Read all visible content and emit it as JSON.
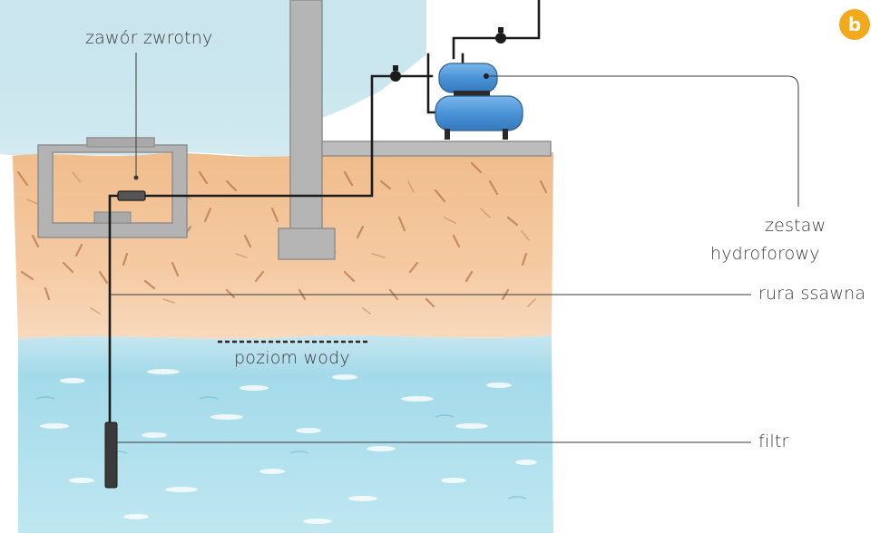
{
  "badge": "b",
  "labels": {
    "check_valve": "zawór zwrotny",
    "hydrophore_line1": "zestaw",
    "hydrophore_line2": "hydroforowy",
    "suction_pipe": "rura ssawna",
    "water_level": "poziom wody",
    "filter": "filtr"
  },
  "colors": {
    "sky": "#a9d6e2",
    "soil": "#f3c69c",
    "soil_dark": "#b9764c",
    "water": "#a7dceb",
    "concrete": "#b3b3b3",
    "tank": "#4a93d6",
    "pipe": "#1b1b1b",
    "badge": "#f2a91c"
  }
}
